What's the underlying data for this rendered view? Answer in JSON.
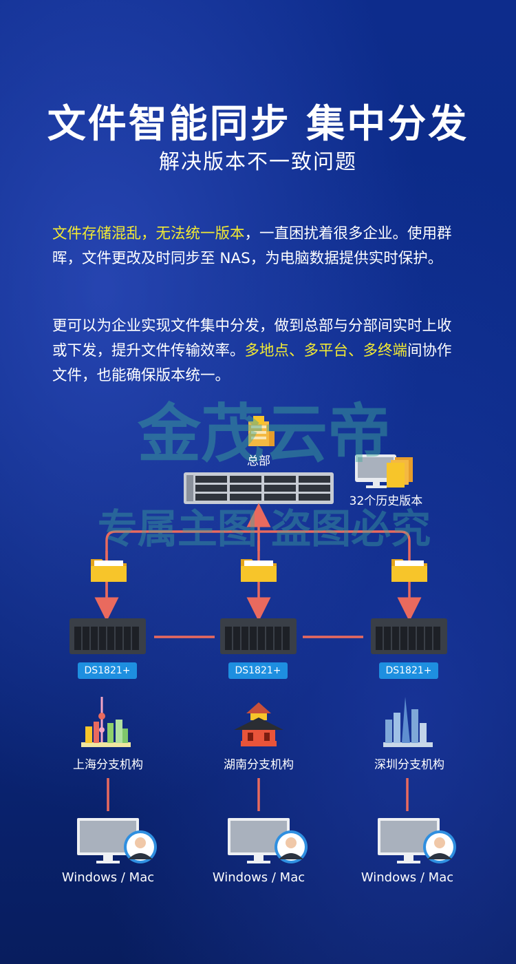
{
  "header": {
    "title": "文件智能同步 集中分发",
    "subtitle": "解决版本不一致问题"
  },
  "intro": {
    "p1_hl1": "文件存储混乱，无法统一版本",
    "p1_rest": "，一直困扰着很多企业。使用群晖，文件更改及时同步至 NAS，为电脑数据提供实时保护。",
    "p2_part1": "更可以为企业实现文件集中分发，做到总部与分部间实时上收或下发，提升文件传输效率。",
    "p2_hl": "多地点、多平台、多终端",
    "p2_rest": "间协作文件，也能确保版本统一。"
  },
  "watermark": {
    "line1": "金茂云帝",
    "line2": "专属主图  盗图必究"
  },
  "diagram": {
    "hq_label": "总部",
    "history_label": "32个历史版本",
    "branches": [
      {
        "model": "DS1821+",
        "name": "上海分支机构",
        "client": "Windows / Mac"
      },
      {
        "model": "DS1821+",
        "name": "湖南分支机构",
        "client": "Windows / Mac"
      },
      {
        "model": "DS1821+",
        "name": "深圳分支机构",
        "client": "Windows / Mac"
      }
    ],
    "colors": {
      "link": "#e96a5e",
      "folder": "#f7c52a",
      "badge": "#1e8fe0",
      "highlight": "#f3ea33"
    }
  }
}
